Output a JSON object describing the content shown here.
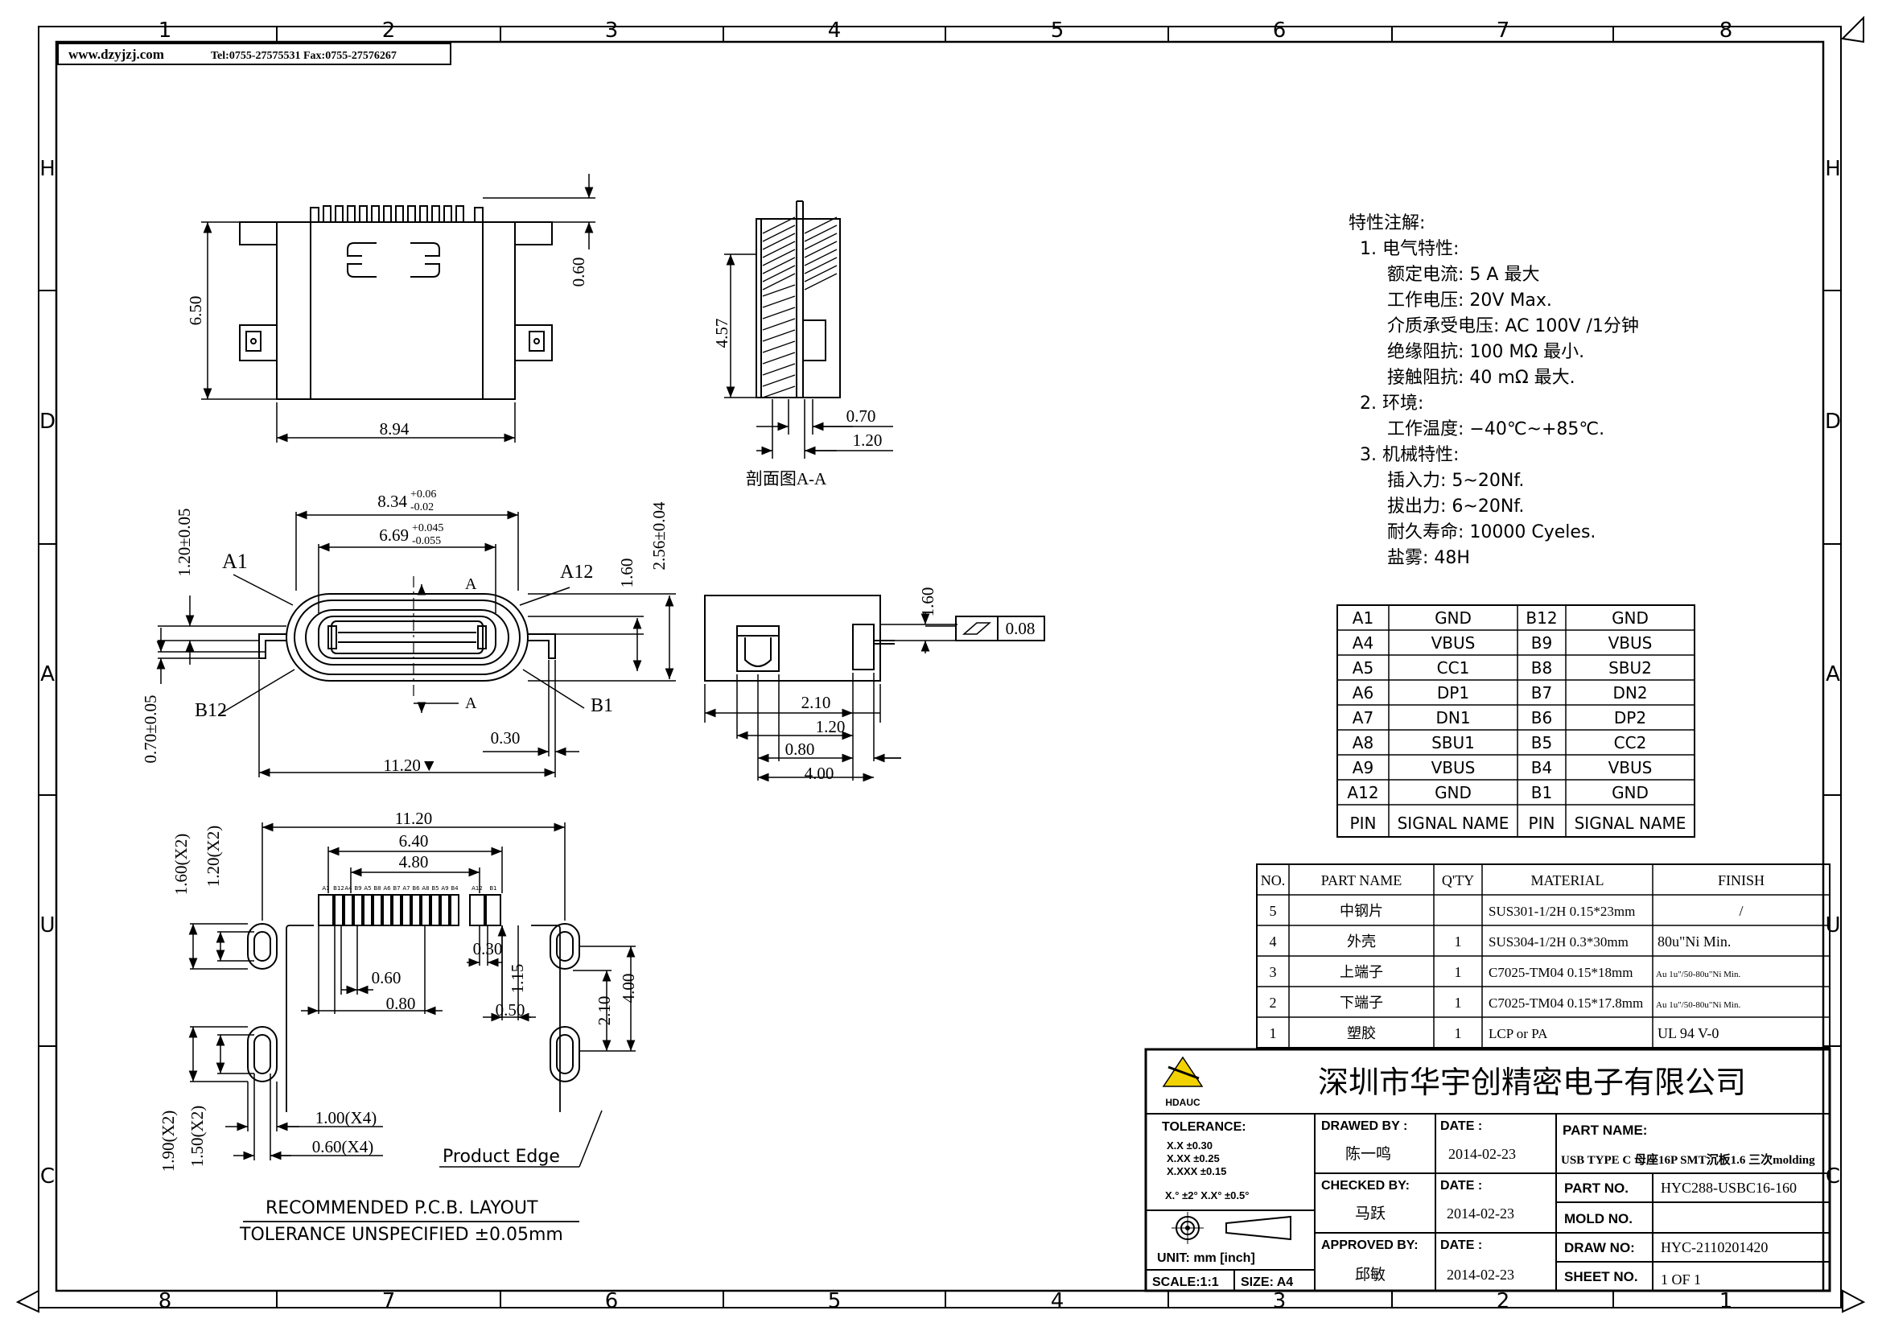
{
  "header": {
    "website": "www.dzyjzj.com",
    "contact": "Tel:0755-27575531 Fax:0755-27576267"
  },
  "frame": {
    "cols_top": [
      "1",
      "2",
      "3",
      "4",
      "5",
      "6",
      "7",
      "8"
    ],
    "cols_bottom": [
      "8",
      "7",
      "6",
      "5",
      "4",
      "3",
      "2",
      "1"
    ],
    "rows": [
      "H",
      "D",
      "A",
      "U",
      "C"
    ]
  },
  "views": {
    "top": {
      "d_width": "8.94",
      "d_height": "6.50",
      "d_tail": "0.60"
    },
    "section": {
      "d_height": "4.57",
      "d_a": "0.70",
      "d_b": "1.20",
      "caption": "剖面图A-A"
    },
    "front": {
      "d_outer": "8.34",
      "d_outer_tol_up": "+0.06",
      "d_outer_tol_dn": "-0.02",
      "d_inner": "6.69",
      "d_inner_tol_up": "+0.045",
      "d_inner_tol_dn": "-0.055",
      "d_1_20": "1.20±0.05",
      "d_0_70": "0.70±0.05",
      "d_1_60": "1.60",
      "d_2_56": "2.56±0.04",
      "d_0_30": "0.30",
      "d_11_20": "11.20▼",
      "lbl_a1": "A1",
      "lbl_a12": "A12",
      "lbl_b12": "B12",
      "lbl_b1": "B1",
      "lbl_a": "A"
    },
    "side": {
      "d_1_60": "1.60",
      "flatness": "0.08",
      "d_2_10": "2.10",
      "d_1_20": "1.20",
      "d_0_80": "0.80",
      "d_4_00": "4.00"
    },
    "pcb": {
      "d_11_20": "11.20",
      "d_6_40": "6.40",
      "d_4_80": "4.80",
      "d_1_60x2": "1.60(X2)",
      "d_1_20x2": "1.20(X2)",
      "d_0_60": "0.60",
      "d_0_80": "0.80",
      "d_0_30": "0.30",
      "d_1_15": "1.15",
      "d_0_50": "0.50",
      "d_2_10": "2.10",
      "d_4_00": "4.00",
      "d_1_00x4": "1.00(X4)",
      "d_0_60x4": "0.60(X4)",
      "d_1_90x2": "1.90(X2)",
      "d_1_50x2": "1.50(X2)",
      "product_edge": "Product Edge",
      "title": "RECOMMENDED   P.C.B.  LAYOUT",
      "tolerance": "TOLERANCE  UNSPECIFIED  ±0.05mm",
      "pad_labels": [
        "A1",
        "B12",
        "A4",
        "B9",
        "A5",
        "B8",
        "A6",
        "B7",
        "A7",
        "B6",
        "A8",
        "B5",
        "A9",
        "B4",
        "A12",
        "B1"
      ]
    }
  },
  "specs": {
    "title": "特性注解:",
    "lines": [
      "1. 电气特性:",
      "额定电流:  5 A  最大",
      "工作电压:   20V Max.",
      "介质承受电压:  AC 100V /1分钟",
      "绝缘阻抗:  100 MΩ  最小.",
      "接触阻抗:  40 mΩ  最大.",
      "2. 环境:",
      "工作温度:  −40℃~+85℃.",
      "3. 机械特性:",
      "插入力:  5~20Nf.",
      "拔出力:  6~20Nf.",
      "耐久寿命:  10000 Cyeles.",
      "盐雾: 48H"
    ]
  },
  "pin_table": {
    "rows": [
      [
        "A1",
        "GND",
        "B12",
        "GND"
      ],
      [
        "A4",
        "VBUS",
        "B9",
        "VBUS"
      ],
      [
        "A5",
        "CC1",
        "B8",
        "SBU2"
      ],
      [
        "A6",
        "DP1",
        "B7",
        "DN2"
      ],
      [
        "A7",
        "DN1",
        "B6",
        "DP2"
      ],
      [
        "A8",
        "SBU1",
        "B5",
        "CC2"
      ],
      [
        "A9",
        "VBUS",
        "B4",
        "VBUS"
      ],
      [
        "A12",
        "GND",
        "B1",
        "GND"
      ]
    ],
    "header": [
      "PIN",
      "SIGNAL NAME",
      "PIN",
      "SIGNAL NAME"
    ]
  },
  "bom": {
    "header": [
      "NO.",
      "PART NAME",
      "Q'TY",
      "MATERIAL",
      "FINISH"
    ],
    "rows": [
      [
        "5",
        "中钢片",
        "",
        "SUS301-1/2H  0.15*23mm",
        "/"
      ],
      [
        "4",
        "外壳",
        "1",
        "SUS304-1/2H  0.3*30mm",
        "80u\"Ni Min."
      ],
      [
        "3",
        "上端子",
        "1",
        "C7025-TM04  0.15*18mm",
        "Au 1u\"/50-80u\"Ni Min."
      ],
      [
        "2",
        "下端子",
        "1",
        "C7025-TM04  0.15*17.8mm",
        "Au 1u\"/50-80u\"Ni Min."
      ],
      [
        "1",
        "塑胶",
        "1",
        "LCP or PA",
        "UL 94 V-0"
      ]
    ]
  },
  "title_block": {
    "company": "深圳市华宇创精密电子有限公司",
    "logo_text": "HDAUC",
    "tolerance_label": "TOLERANCE:",
    "tol_lines": [
      "X.X      ±0.30",
      "X.XX    ±0.25",
      "X.XXX  ±0.15"
    ],
    "tol_angle": "X.°  ±2°       X.X°  ±0.5°",
    "unit": "UNIT:  mm  [inch]",
    "scale": "SCALE:1:1",
    "size": "SIZE: A4",
    "drawn_label": "DRAWED BY :",
    "drawn_by": "陈一鸣",
    "checked_label": "CHECKED BY:",
    "checked_by": "马跃",
    "approved_label": "APPROVED BY:",
    "approved_by": "邱敏",
    "date_label": "DATE :",
    "date1": "2014-02-23",
    "date2": "2014-02-23",
    "date3": "2014-02-23",
    "part_name_label": "PART NAME:",
    "part_name": "USB TYPE C 母座16P SMT沉板1.6 三次molding",
    "part_no_label": "PART NO.",
    "part_no": "HYC288-USBC16-160",
    "mold_no_label": "MOLD NO.",
    "mold_no": "",
    "draw_no_label": "DRAW NO:",
    "draw_no": "HYC-2110201420",
    "sheet_label": "SHEET NO.",
    "sheet": "1 OF 1"
  }
}
